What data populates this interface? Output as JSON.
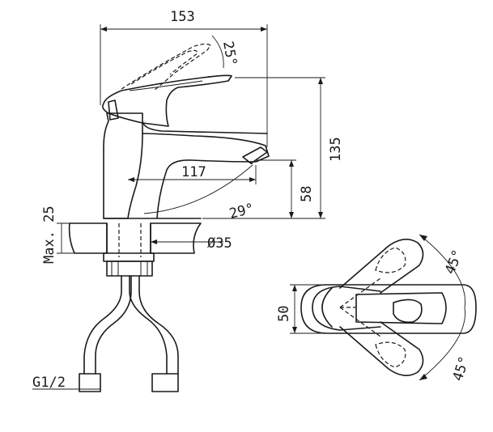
{
  "dimensions": {
    "overall_width": "153",
    "lever_angle": "25°",
    "height": "135",
    "spout_reach": "117",
    "spout_angle": "29°",
    "spout_height": "58",
    "max_thickness": "Max. 25",
    "hole_diameter": "Ø35",
    "connection": "G1/2",
    "top_view_width": "50",
    "rotation_upper": "45°",
    "rotation_lower": "45°"
  }
}
